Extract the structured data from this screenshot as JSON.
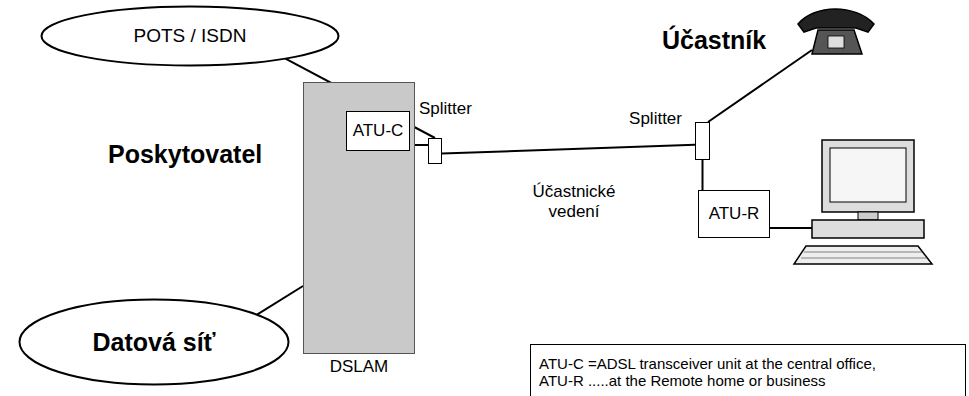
{
  "diagram": {
    "nodes": [
      {
        "text": [
          "POTS / ISDN"
        ]
      },
      {
        "text": [
          "DSLAM"
        ]
      },
      {
        "text": [
          "ATU-C"
        ],
        "in": 1
      },
      {
        "text": [
          "Splitter"
        ]
      },
      {
        "text": [
          "Splitter"
        ]
      },
      {
        "text": [
          "ATU-R"
        ]
      },
      {
        "text": [
          "Datová síť"
        ]
      },
      {
        "text": [
          "ATU-C =ADSL transceiver unit at the central office,",
          "ATU-R .....at the Remote home or business"
        ]
      }
    ],
    "edges": [
      {
        "from": 0,
        "to": 3,
        "arrow": "none"
      },
      {
        "from": 2,
        "to": 3,
        "arrow": "none"
      },
      {
        "from": 3,
        "to": 4,
        "arrow": "none",
        "label": "Účastnické vedení"
      },
      {
        "from": 4,
        "to": 5,
        "arrow": "none"
      },
      {
        "from": 6,
        "to": 1,
        "arrow": "none"
      }
    ],
    "labels": [
      "Poskytovatel",
      "Účastník"
    ]
  }
}
